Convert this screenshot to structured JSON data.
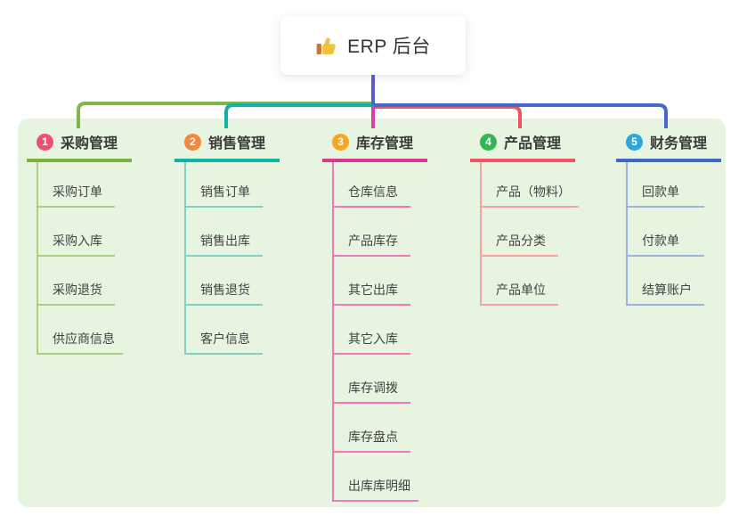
{
  "root": {
    "label": "ERP 后台",
    "icon": "thumbs-up-icon",
    "card_color": "#ffffff",
    "text_color": "#333333",
    "trunk_color": "#555dd1"
  },
  "panel": {
    "background_color": "#e7f4e0"
  },
  "branches": [
    {
      "index": "1",
      "label": "采购管理",
      "colors": {
        "badge": "#f0506b",
        "line": "#79b43e",
        "child_line": "#a9d07d",
        "connector": "#7eb84c"
      },
      "children": [
        "采购订单",
        "采购入库",
        "采购退货",
        "供应商信息"
      ]
    },
    {
      "index": "2",
      "label": "销售管理",
      "colors": {
        "badge": "#f5873c",
        "line": "#0fb3a1",
        "child_line": "#7fd0c6",
        "connector": "#12b2a2"
      },
      "children": [
        "销售订单",
        "销售出库",
        "销售退货",
        "客户信息"
      ]
    },
    {
      "index": "3",
      "label": "库存管理",
      "colors": {
        "badge": "#f6a623",
        "line": "#d63a93",
        "child_line": "#ee79bd",
        "connector": "#db3f9e"
      },
      "children": [
        "仓库信息",
        "产品库存",
        "其它出库",
        "其它入库",
        "库存调拨",
        "库存盘点",
        "出库库明细"
      ]
    },
    {
      "index": "4",
      "label": "产品管理",
      "colors": {
        "badge": "#35b655",
        "line": "#f2535f",
        "child_line": "#f8a2a2",
        "connector": "#f2535f"
      },
      "children": [
        "产品（物料）",
        "产品分类",
        "产品单位"
      ]
    },
    {
      "index": "5",
      "label": "财务管理",
      "colors": {
        "badge": "#2aa6e0",
        "line": "#3e6ac6",
        "child_line": "#9cb3e0",
        "connector": "#4468cb"
      },
      "children": [
        "回款单",
        "付款单",
        "结算账户"
      ]
    }
  ]
}
